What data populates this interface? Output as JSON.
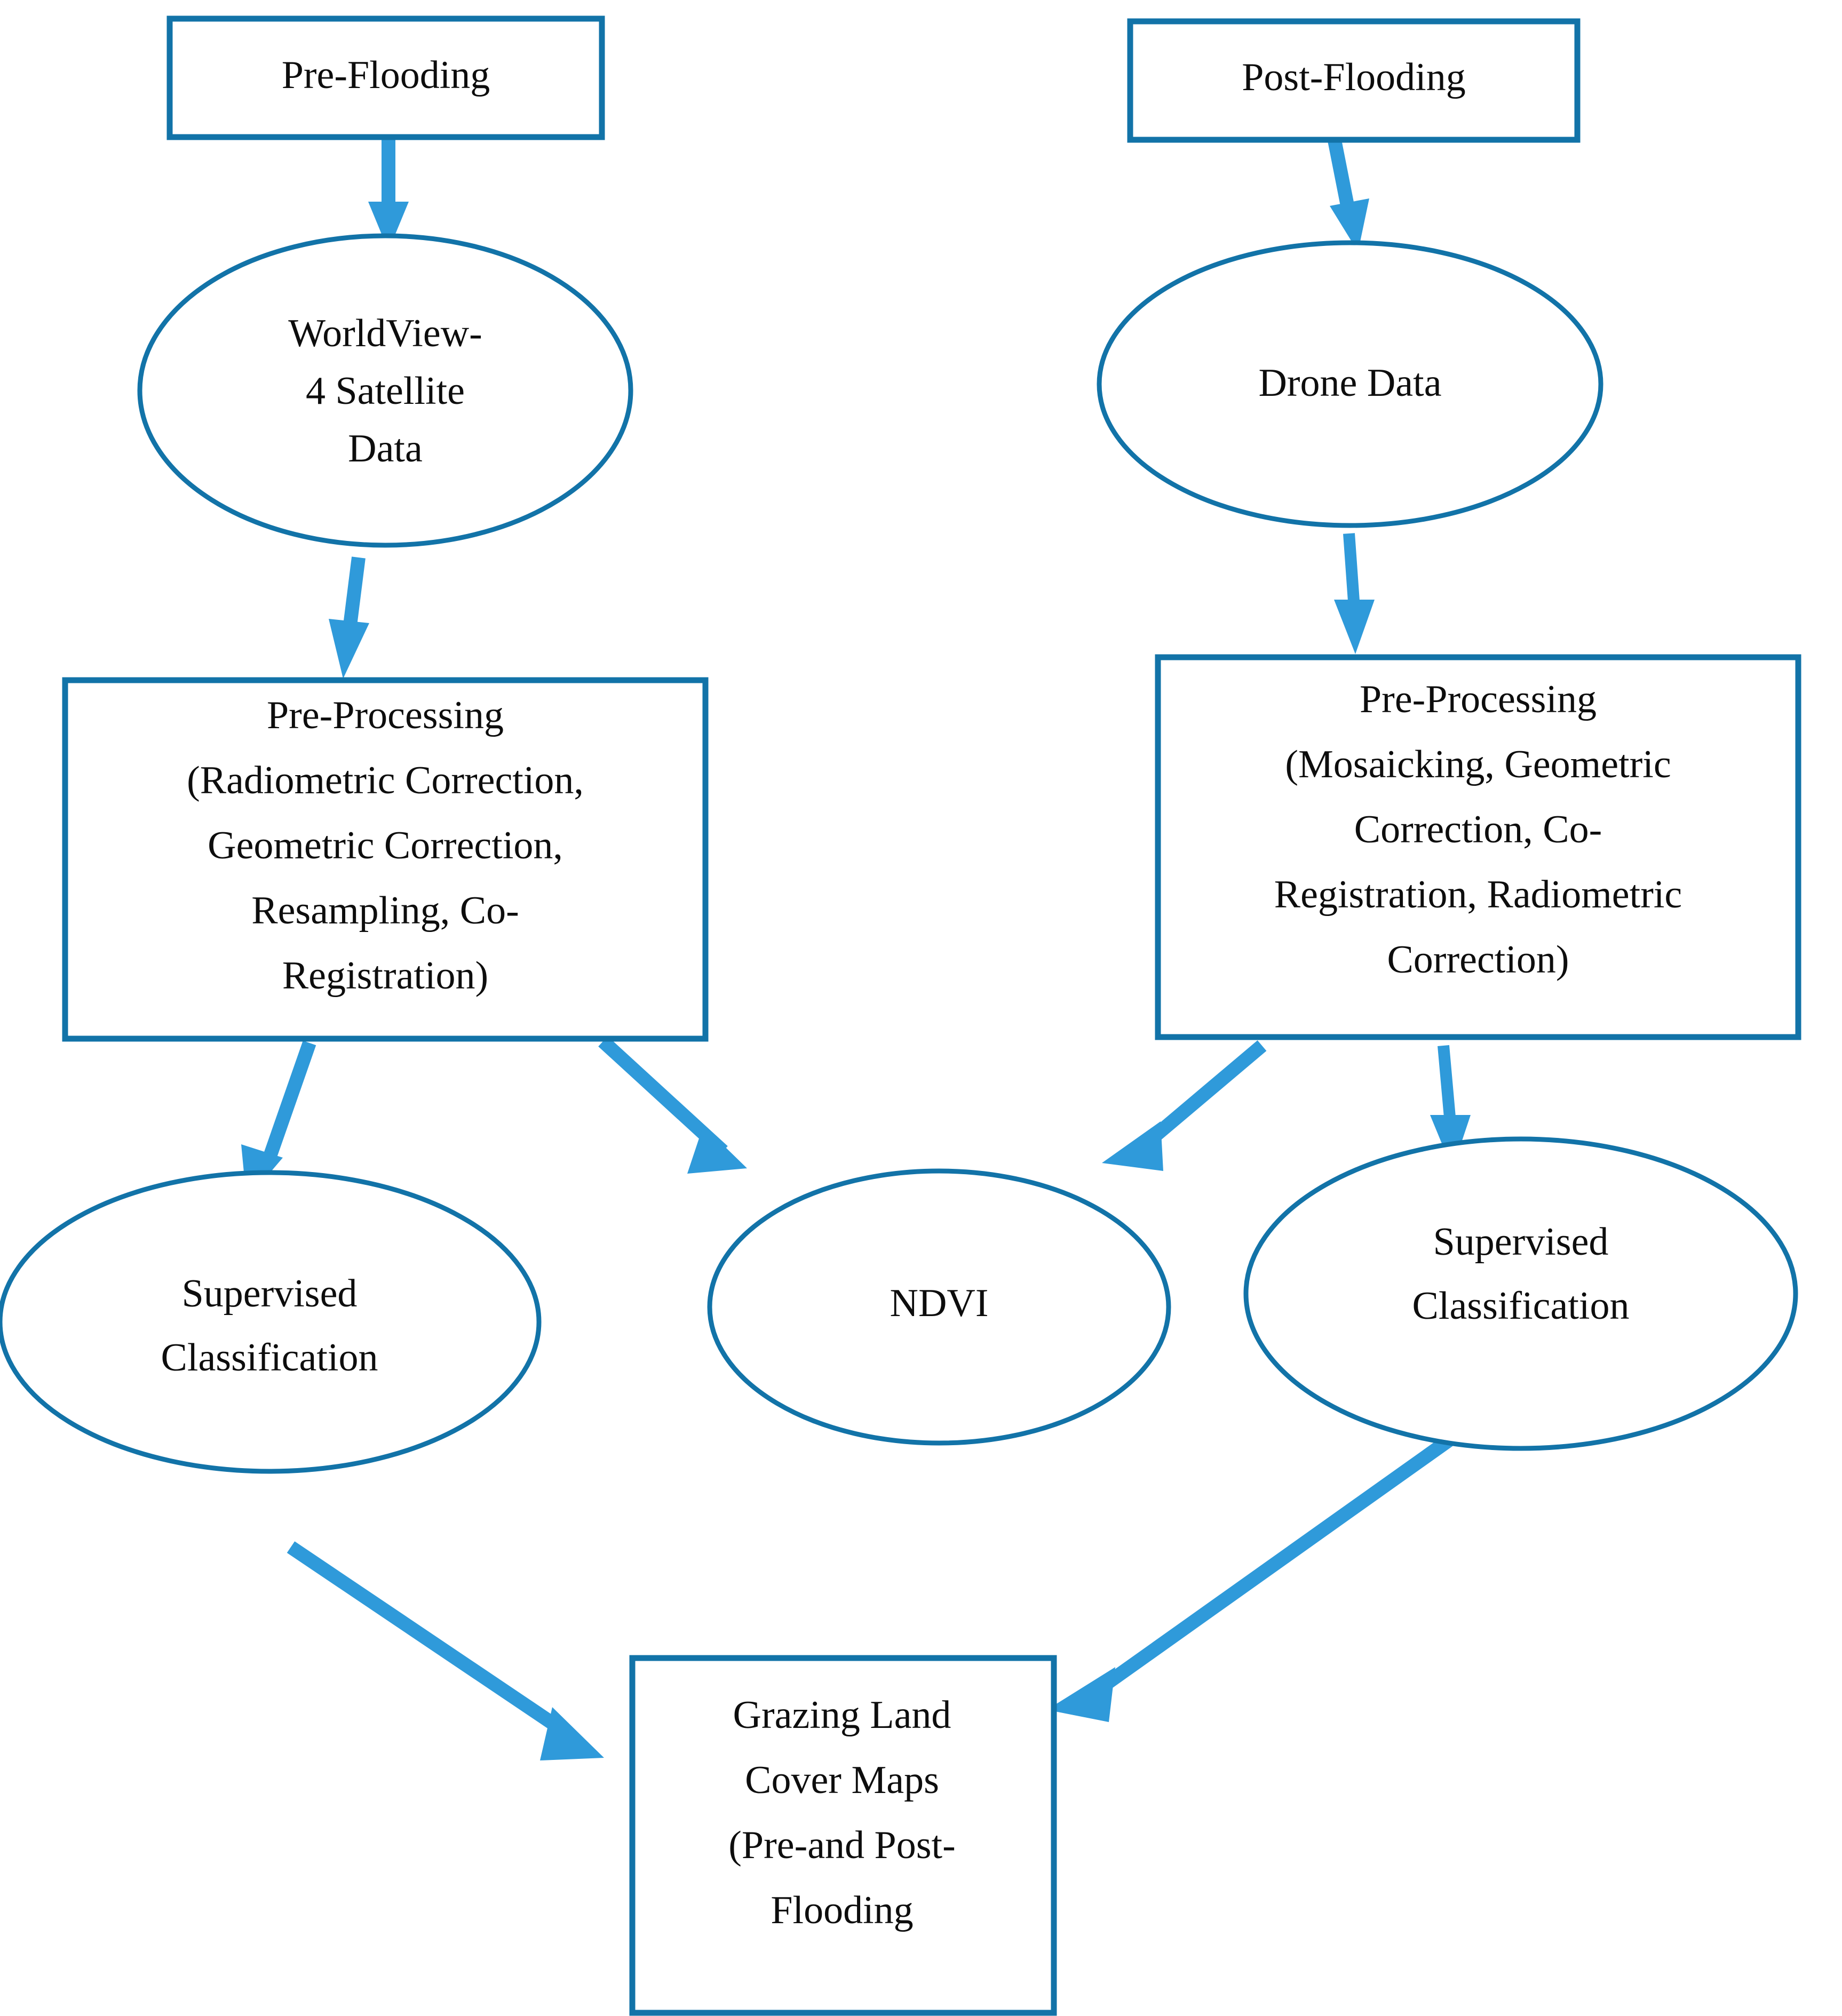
{
  "diagram": {
    "title": "Grazing land cover mapping workflow (pre- and post-flooding)",
    "colors": {
      "node_border": "#1273a8",
      "arrow": "#2f9ada",
      "text": "#0d0d0d",
      "background": "#ffffff"
    },
    "nodes": {
      "pre_flooding": {
        "shape": "rectangle",
        "lines": [
          "Pre-Flooding"
        ]
      },
      "post_flooding": {
        "shape": "rectangle",
        "lines": [
          "Post-Flooding"
        ]
      },
      "worldview_data": {
        "shape": "ellipse",
        "lines": [
          "WorldView-",
          "4 Satellite",
          "Data"
        ]
      },
      "drone_data": {
        "shape": "ellipse",
        "lines": [
          "Drone Data"
        ]
      },
      "preprocessing_satellite": {
        "shape": "rectangle",
        "lines": [
          "Pre-Processing",
          "(Radiometric Correction,",
          "Geometric Correction,",
          "Resampling, Co-",
          "Registration)"
        ]
      },
      "preprocessing_drone": {
        "shape": "rectangle",
        "lines": [
          "Pre-Processing",
          "(Mosaicking, Geometric",
          "Correction, Co-",
          "Registration, Radiometric",
          "Correction)"
        ]
      },
      "supervised_classification_left": {
        "shape": "ellipse",
        "lines": [
          "Supervised",
          "Classification"
        ]
      },
      "ndvi": {
        "shape": "ellipse",
        "lines": [
          "NDVI"
        ]
      },
      "supervised_classification_right": {
        "shape": "ellipse",
        "lines": [
          "Supervised",
          "Classification"
        ]
      },
      "grazing_land_cover_maps": {
        "shape": "rectangle",
        "lines": [
          "Grazing Land",
          "Cover Maps",
          "(Pre-and Post-",
          "Flooding"
        ]
      }
    },
    "edges": [
      {
        "from": "pre_flooding",
        "to": "worldview_data",
        "style": "straight-down"
      },
      {
        "from": "worldview_data",
        "to": "preprocessing_satellite",
        "style": "straight-down"
      },
      {
        "from": "preprocessing_satellite",
        "to": "supervised_classification_left",
        "style": "diagonal-down-left"
      },
      {
        "from": "preprocessing_satellite",
        "to": "ndvi",
        "style": "diagonal-down-right"
      },
      {
        "from": "post_flooding",
        "to": "drone_data",
        "style": "straight-down"
      },
      {
        "from": "drone_data",
        "to": "preprocessing_drone",
        "style": "straight-down"
      },
      {
        "from": "preprocessing_drone",
        "to": "ndvi",
        "style": "diagonal-down-left"
      },
      {
        "from": "preprocessing_drone",
        "to": "supervised_classification_right",
        "style": "straight-down"
      },
      {
        "from": "supervised_classification_left",
        "to": "grazing_land_cover_maps",
        "style": "diagonal-down-right"
      },
      {
        "from": "supervised_classification_right",
        "to": "grazing_land_cover_maps",
        "style": "diagonal-down-left"
      }
    ]
  }
}
